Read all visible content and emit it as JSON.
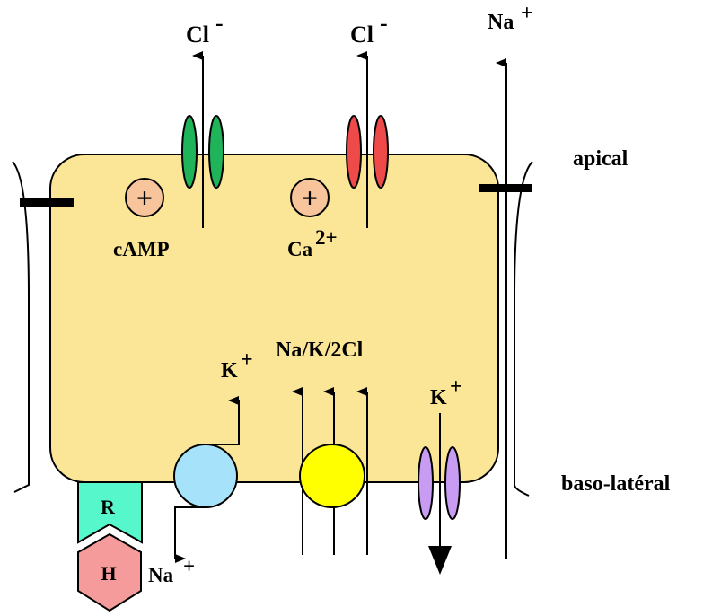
{
  "labels": {
    "cl_left": "Cl",
    "cl_left_sup": "-",
    "cl_right": "Cl",
    "cl_right_sup": "-",
    "na_top": "Na",
    "na_top_sup": "+",
    "apical": "apical",
    "baso": "baso-latéral",
    "camp": "cAMP",
    "ca": "Ca",
    "ca_sup": "2+",
    "plus_camp": "+",
    "plus_ca": "+",
    "k_left": "K",
    "k_left_sup": "+",
    "nak2cl": "Na/K/2Cl",
    "k_right": "K",
    "k_right_sup": "+",
    "na_bottom": "Na",
    "na_bottom_sup": "+",
    "receptor": "R",
    "hormone": "H"
  },
  "colors": {
    "cell": "#fbe596",
    "cl_channel_camp": "#1fb35a",
    "cl_channel_ca": "#ef4a4a",
    "k_channel": "#c79cf2",
    "circle_plus": "#f7c49c",
    "na_k_pump": "#a6e3fb",
    "cotransporter": "#ffff00",
    "receptor": "#55f7cb",
    "hormone": "#f59b9b"
  },
  "icons": {
    "cl_channel_camp": "ion-channel-icon",
    "cl_channel_ca": "ion-channel-icon",
    "k_channel": "ion-channel-icon",
    "na_k_pump": "pump-icon",
    "cotransporter": "cotransporter-icon",
    "receptor": "receptor-icon",
    "hormone": "hormone-hexagon-icon"
  }
}
